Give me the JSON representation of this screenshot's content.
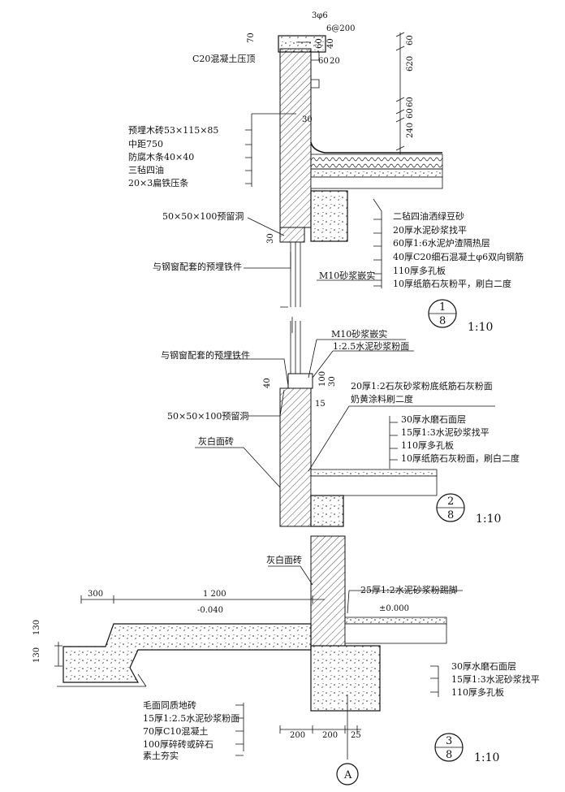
{
  "detail1": {
    "top_rebar": "3φ6",
    "stirrups": "6@200",
    "dim_70": "70",
    "dim_60a": "60",
    "dim_40": "40",
    "dim_60b": "60",
    "dim_20": "20",
    "coping": "C20混凝土压顶",
    "right_dims": [
      "60",
      "620",
      "60",
      "60",
      "240"
    ],
    "dim_30": "30",
    "wood_block": "预埋木砖53×115×85",
    "spacing": "中距750",
    "batten": "防腐木条40×40",
    "felt": "三毡四油",
    "strip": "20×3扁铁压条",
    "hole": "50×50×100预留洞",
    "dim_30b": "30",
    "embed": "与钢窗配套的预埋铁件",
    "mortar": "M10砂浆嵌实",
    "roof_layers": [
      "二毡四油洒绿豆砂",
      "20厚水泥砂浆找平",
      "60厚1:6水泥炉渣隔热层",
      "40厚C20细石混凝土φ6双向钢筋",
      "110厚多孔板",
      "10厚纸筋石灰粉平，刷白二度"
    ],
    "num": "1",
    "sheet": "8",
    "scale": "1:10"
  },
  "detail2": {
    "mortar": "M10砂浆嵌实",
    "sill": "1:2.5水泥砂浆粉面",
    "embed": "与钢窗配套的预埋铁件",
    "dim_40": "40",
    "dim_100": "100",
    "dim_30": "30",
    "dim_15": "15",
    "plaster1": "20厚1:2石灰砂浆粉底纸筋石灰粉面",
    "plaster2": "奶黄涂料刷二度",
    "hole": "50×50×100预留洞",
    "tile": "灰白面砖",
    "floor_layers": [
      "30厚水磨石面层",
      "15厚1:3水泥砂浆找平",
      "110厚多孔板",
      "10厚纸筋石灰粉面，刷白二度"
    ],
    "num": "2",
    "sheet": "8",
    "scale": "1:10"
  },
  "detail3": {
    "tile": "灰白面砖",
    "skirting": "25厚1:2水泥砂浆粉踢脚",
    "level0": "±0.000",
    "level1": "-0.040",
    "dim_300": "300",
    "dim_1200": "1 200",
    "dim_130a": "130",
    "dim_130b": "130",
    "step_layers": [
      "毛面同质地砖",
      "15厚1:2.5水泥砂浆粉面",
      "70厚C10混凝土",
      "100厚碎砖或碎石",
      "素土夯实"
    ],
    "floor_layers": [
      "30厚水磨石面层",
      "15厚1:3水泥砂浆找平",
      "110厚多孔板"
    ],
    "bottom_dims": [
      "200",
      "200",
      "25"
    ],
    "axis": "A",
    "num": "3",
    "sheet": "8",
    "scale": "1:10"
  }
}
